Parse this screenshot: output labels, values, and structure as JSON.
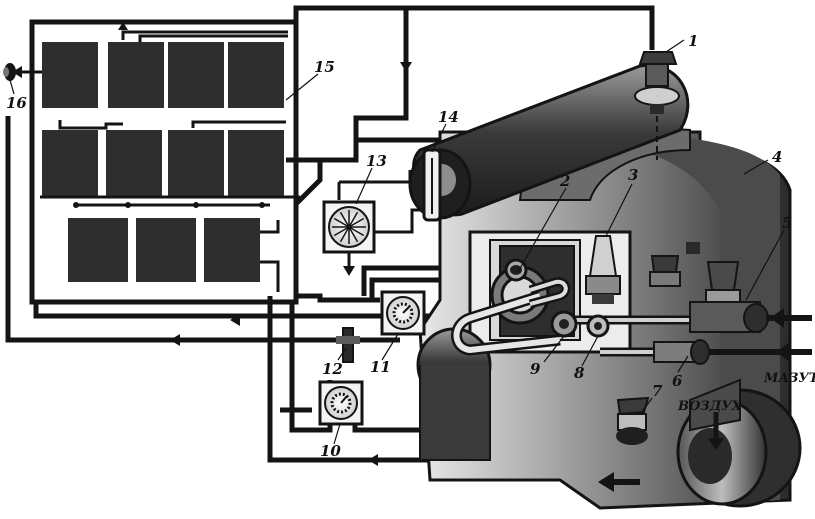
{
  "labels": {
    "n1": "1",
    "n2": "2",
    "n3": "3",
    "n4": "4",
    "n5": "5",
    "n6": "6",
    "n7": "7",
    "n8": "8",
    "n9": "9",
    "n10": "10",
    "n11": "11",
    "n12": "12",
    "n13": "13",
    "n14": "14",
    "n15": "15",
    "n16": "16"
  },
  "inputs": {
    "fuel": "МАЗУТ",
    "air": "ВОЗДУХ"
  },
  "colors": {
    "ink": "#141414",
    "panel": "#2e2e2e",
    "boiler": "#5a5a5a",
    "paper": "#ffffff"
  }
}
